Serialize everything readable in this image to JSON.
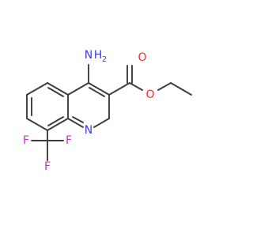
{
  "colors": {
    "bond": "#3c3c3c",
    "N": "#3a3aff",
    "O": "#ff2a2a",
    "F": "#c832c8"
  },
  "atoms": {
    "amine_N": "N",
    "amine_H": "H",
    "amine_H_count": "2",
    "ring_N": "N",
    "carbonyl_O": "O",
    "ester_O": "O",
    "F1": "F",
    "F2": "F",
    "F3": "F"
  }
}
